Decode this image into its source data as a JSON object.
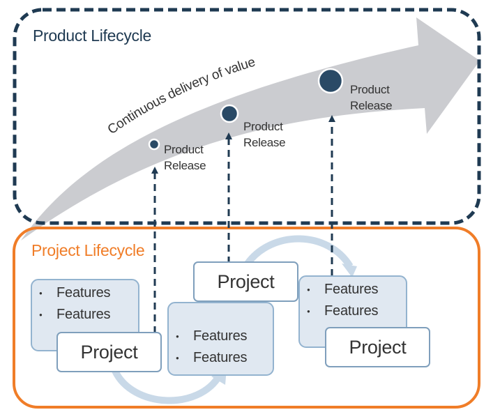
{
  "product_lifecycle": {
    "title": "Product Lifecycle",
    "arrow_caption": "Continuous delivery of value",
    "releases": [
      {
        "line1": "Product",
        "line2": "Release",
        "size": "small"
      },
      {
        "line1": "Product",
        "line2": "Release",
        "size": "medium"
      },
      {
        "line1": "Product",
        "line2": "Release",
        "size": "large"
      }
    ]
  },
  "project_lifecycle": {
    "title": "Project Lifecycle",
    "projects": [
      {
        "label": "Project",
        "features": [
          "Features",
          "Features"
        ]
      },
      {
        "label": "Project",
        "features": [
          "Features",
          "Features"
        ]
      },
      {
        "label": "Project",
        "features": [
          "Features",
          "Features"
        ]
      }
    ]
  },
  "colors": {
    "product_navy": "#1f3a52",
    "project_orange": "#f07d28",
    "arrow_gray": "#cbccd0",
    "feature_fill": "#e0e8f1",
    "cycle_arrow": "#c9d9e8"
  }
}
